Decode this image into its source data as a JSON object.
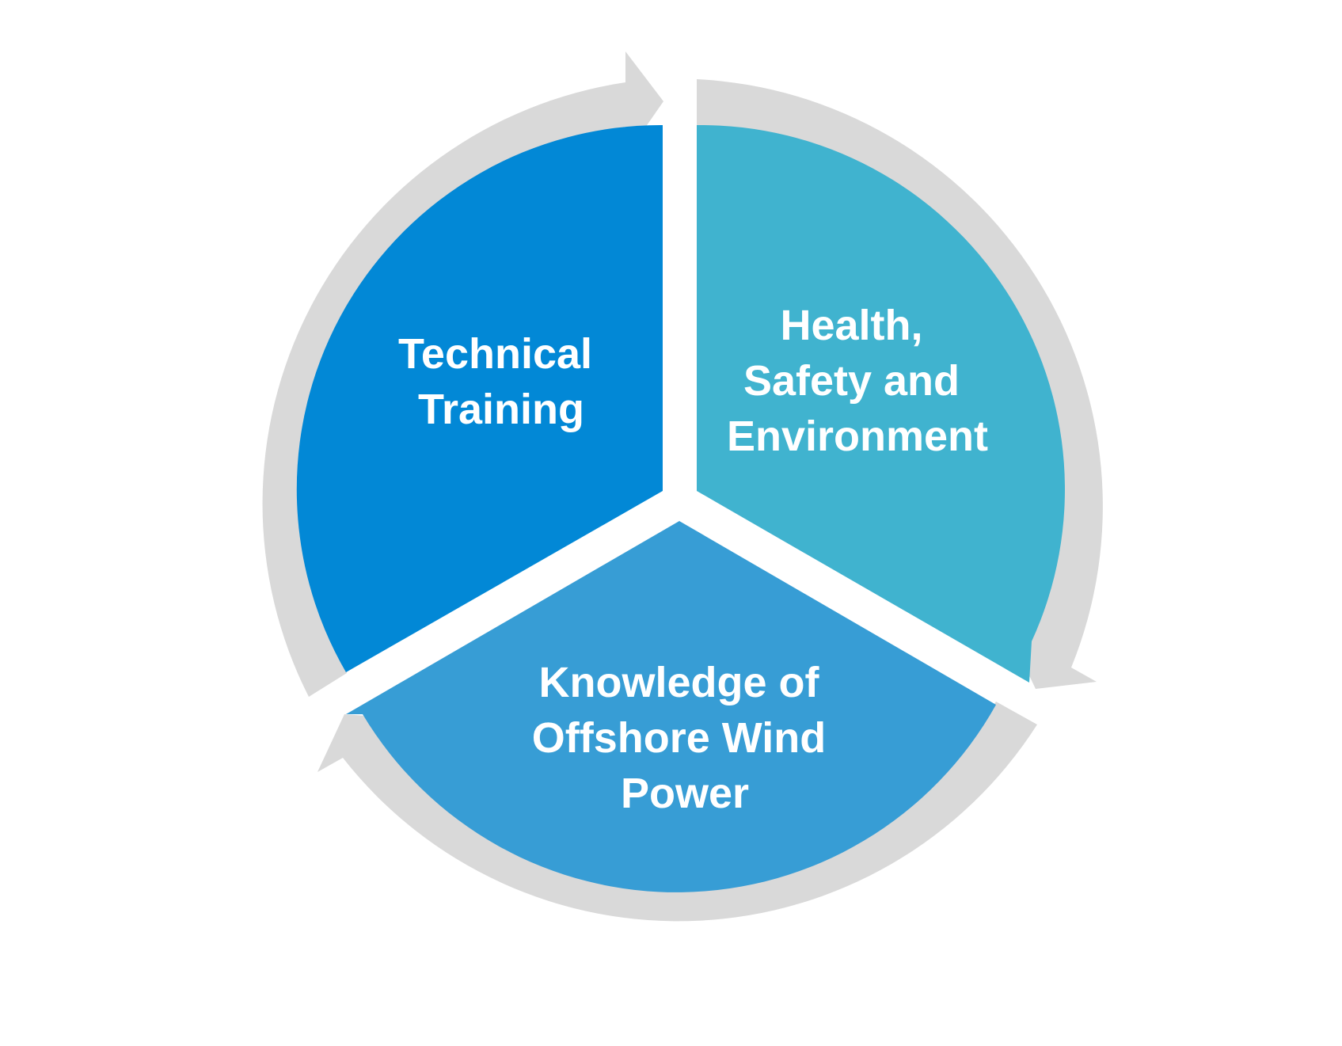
{
  "diagram": {
    "type": "cycle",
    "ring_color": "#d9d9d9",
    "segments": [
      {
        "id": "technical-training",
        "lines": [
          "Technical",
          "Training"
        ],
        "color": "#0288d6"
      },
      {
        "id": "hse",
        "lines": [
          "Health,",
          "Safety and",
          "Environment"
        ],
        "color": "#40b3cf"
      },
      {
        "id": "knowledge",
        "lines": [
          "Knowledge of",
          "Offshore Wind",
          "Power"
        ],
        "color": "#379dd5"
      }
    ]
  }
}
